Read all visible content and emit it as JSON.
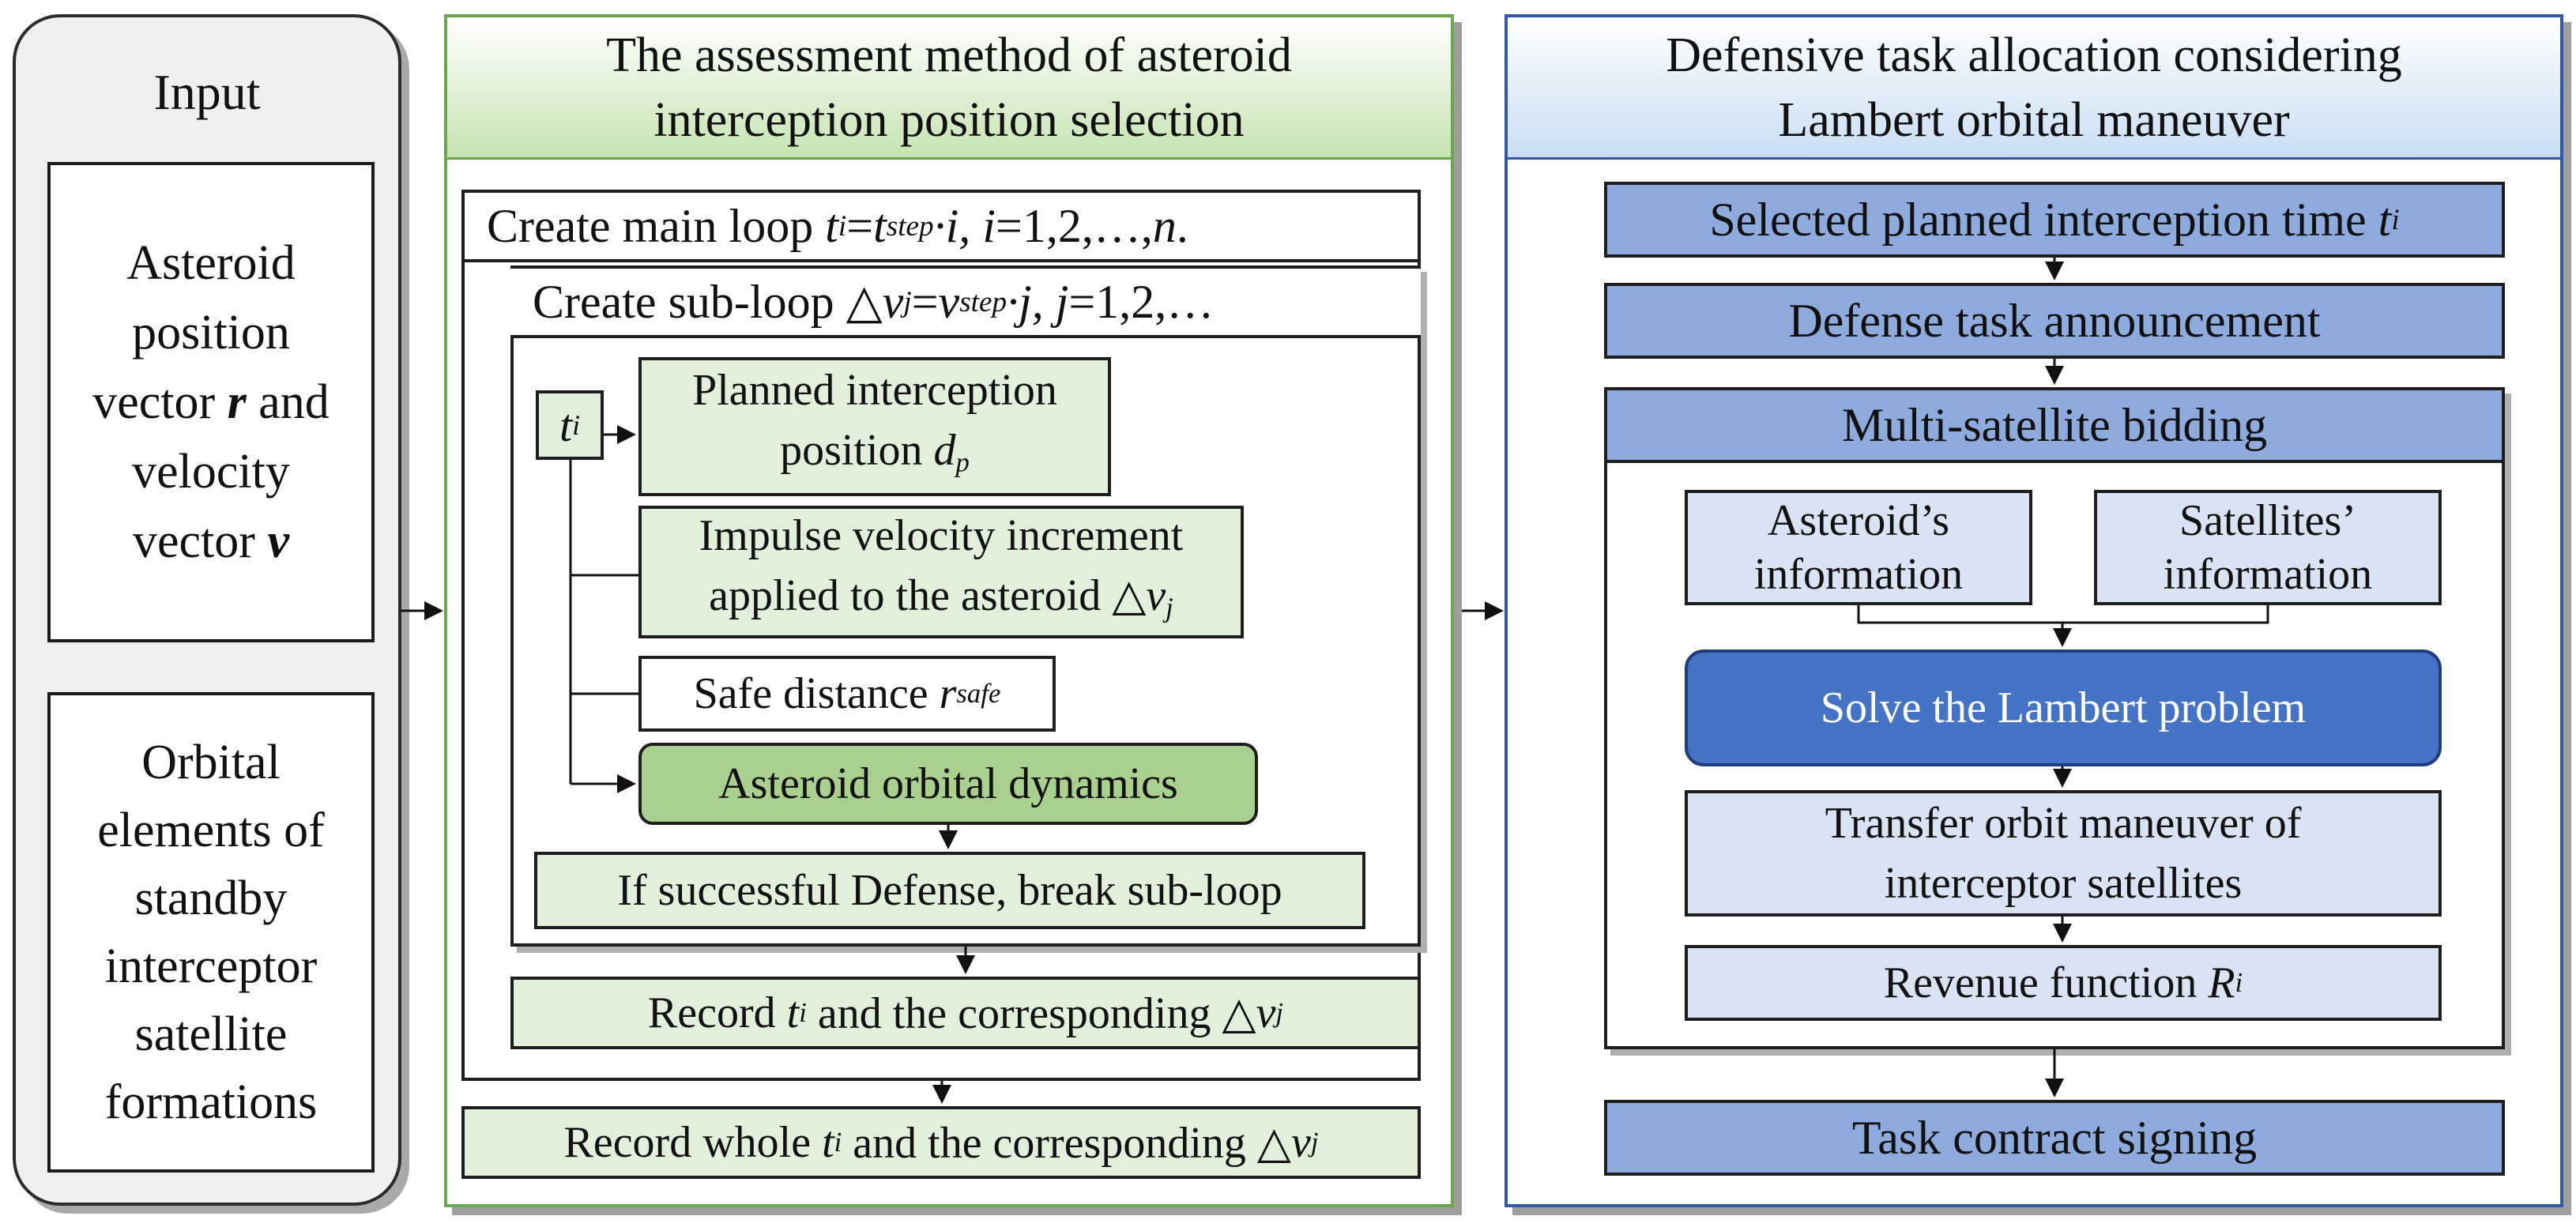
{
  "input_panel": {
    "title": "Input",
    "box1": {
      "line1": "Asteroid",
      "line2": "position",
      "line3_pre": "vector ",
      "line3_var": "r",
      "line3_post": " and",
      "line4": "velocity",
      "line5_pre": "vector ",
      "line5_var": "v"
    },
    "box2": {
      "lines": [
        "Orbital",
        "elements of",
        "standby",
        "interceptor",
        "satellite",
        "formations"
      ]
    }
  },
  "assessment_panel": {
    "title_line1": "The assessment method of asteroid",
    "title_line2": "interception position selection",
    "main_loop": {
      "prefix": "Create main loop ",
      "t": "t",
      "t_sub": "i",
      "eq": "=",
      "t2": "t",
      "t2_sub": "step",
      "dot_i": "·i,",
      "sp": " ",
      "i": "i",
      "eq2": "=1,2,…,",
      "n": "n",
      "end": "."
    },
    "sub_loop": {
      "prefix": "Create sub-loop △",
      "v": "v",
      "v_sub": "j",
      "eq": "=",
      "v2": "v",
      "v2_sub": "step",
      "dot_j": "·j,",
      "sp": " ",
      "j": "j",
      "eq2": "=1,2,…"
    },
    "ti_box": {
      "t": "t",
      "sub": "i"
    },
    "planned": {
      "line1": "Planned interception",
      "line2_pre": "position ",
      "d": "d",
      "d_sub": "p"
    },
    "impulse": {
      "line1": "Impulse velocity increment",
      "line2_pre": "applied to the asteroid △",
      "v": "v",
      "v_sub": "j"
    },
    "safe": {
      "pre": "Safe distance ",
      "r": "r",
      "r_sub": "safe"
    },
    "dynamics": "Asteroid orbital dynamics",
    "break_box": "If successful Defense, break sub-loop",
    "record": {
      "pre": "Record ",
      "t": "t",
      "t_sub": "i",
      "post": " and the corresponding △",
      "v": "v",
      "v_sub": "j"
    },
    "record_whole": {
      "pre": "Record whole ",
      "t": "t",
      "t_sub": "i",
      "post": " and the corresponding △",
      "v": "v",
      "v_sub": "j"
    }
  },
  "defense_panel": {
    "title_line1": "Defensive task allocation considering",
    "title_line2": "Lambert orbital maneuver",
    "selected": {
      "pre": "Selected planned interception time ",
      "t": "t",
      "t_sub": "i"
    },
    "announcement": "Defense task announcement",
    "bidding": "Multi-satellite bidding",
    "asteroid_info": {
      "line1": "Asteroid’s",
      "line2": "information"
    },
    "satellites_info": {
      "line1": "Satellites’",
      "line2": "information"
    },
    "lambert": "Solve the Lambert problem",
    "transfer": {
      "line1": "Transfer orbit maneuver of",
      "line2": "interceptor satellites"
    },
    "revenue": {
      "pre": "Revenue function ",
      "R": "R",
      "R_sub": "i"
    },
    "contract": "Task contract signing"
  },
  "colors": {
    "green_border": "#6aa84f",
    "green_fill": "#e2efda",
    "green_dark": "#a9d08e",
    "blue_border": "#3458a8",
    "blue_bar": "#8faadc",
    "blue_light": "#dae3f3",
    "blue_strong": "#4472c4",
    "input_bg": "#efefef"
  }
}
